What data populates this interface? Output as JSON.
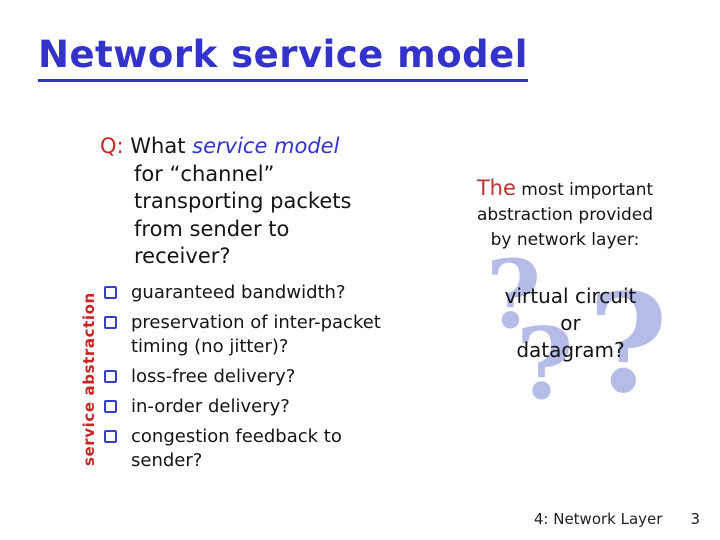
{
  "slide": {
    "title": "Network service model",
    "question": {
      "prefix": "Q:",
      "lead": " What ",
      "emphasis": "service model",
      "line2": "for “channel”",
      "line3": "transporting packets",
      "line4": "from sender to",
      "line5": "receiver?"
    },
    "side_label": "service abstraction",
    "bullets": [
      {
        "lines": [
          "guaranteed bandwidth?"
        ]
      },
      {
        "lines": [
          "preservation of inter-packet",
          "timing (no jitter)?"
        ]
      },
      {
        "lines": [
          "loss-free delivery?"
        ]
      },
      {
        "lines": [
          "in-order delivery?"
        ]
      },
      {
        "lines": [
          "congestion feedback to",
          "sender?"
        ]
      }
    ],
    "right": {
      "intro_highlight": "The",
      "intro_line1_rest": " most important",
      "intro_line2": "abstraction provided",
      "intro_line3": "by network layer:",
      "answer_line1": "virtual circuit",
      "answer_line2": "or",
      "answer_line3": "datagram?",
      "question_mark": "?"
    },
    "footer": {
      "label": "4: Network Layer",
      "page": "3"
    },
    "colors": {
      "title_blue": "#3333cc",
      "emphasis_blue": "#3333cc",
      "accent_red": "#cc2424",
      "the_red": "#bb3434",
      "bullet_square_blue": "#3340c6",
      "question_mark_periwinkle": "#b6bce8",
      "body_text": "#141414",
      "background": "#ffffff"
    }
  }
}
